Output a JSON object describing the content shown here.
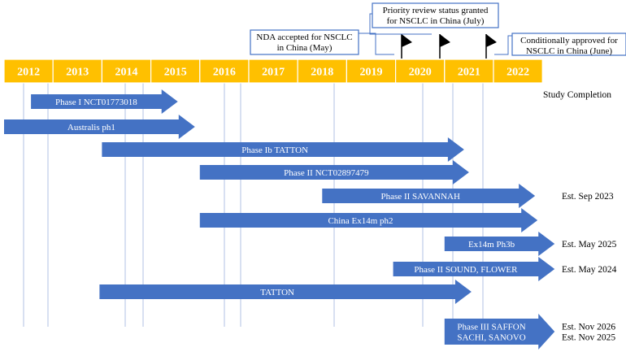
{
  "colors": {
    "header_fill": "#FFC000",
    "header_text": "#ffffff",
    "arrow_fill": "#4472C4",
    "callout_border": "#4472C4",
    "guide_line": "#9DB3DD"
  },
  "years": [
    "2012",
    "2013",
    "2014",
    "2015",
    "2016",
    "2017",
    "2018",
    "2019",
    "2020",
    "2021",
    "2022"
  ],
  "study_completion_label": "Study Completion",
  "milestones": [
    {
      "lines": [
        "NDA accepted for NSCLC",
        "in China (May)"
      ],
      "date": 2020.37
    },
    {
      "lines": [
        "Priority review status granted",
        "for NSCLC in China (July)"
      ],
      "date": 2020.54
    },
    {
      "lines": [
        "Conditionally approved for",
        "NSCLC in China (June)"
      ],
      "date": 2021.45
    }
  ],
  "studies": [
    {
      "label": "Phase I NCT01773018",
      "start": 2012.55,
      "end": 2015.55,
      "completion": []
    },
    {
      "label": "Australis ph1",
      "start": 2012.0,
      "end": 2015.9,
      "completion": []
    },
    {
      "label": "Phase Ib TATTON",
      "start": 2014.0,
      "end": 2021.4,
      "completion": []
    },
    {
      "label": "Phase II NCT02897479",
      "start": 2016.0,
      "end": 2021.5,
      "completion": []
    },
    {
      "label": "Phase II SAVANNAH",
      "start": 2018.5,
      "end": 2022.85,
      "completion": [
        "Est. Sep 2023"
      ]
    },
    {
      "label": "China Ex14m ph2",
      "start": 2016.0,
      "end": 2022.9,
      "completion": []
    },
    {
      "label": "Ex14m Ph3b",
      "start": 2021.0,
      "end": 2023.25,
      "completion": [
        "Est. May 2025"
      ]
    },
    {
      "label": "Phase II SOUND, FLOWER",
      "start": 2019.95,
      "end": 2023.25,
      "completion": [
        "Est. May 2024"
      ]
    },
    {
      "label": "TATTON",
      "start": 2013.95,
      "end": 2021.55,
      "completion": []
    },
    {
      "label": "Phase III SAFFON\nSACHI, SANOVO",
      "start": 2021.0,
      "end": 2023.25,
      "completion": [
        "Est. Nov 2026",
        "Est. Nov 2025"
      ]
    }
  ]
}
